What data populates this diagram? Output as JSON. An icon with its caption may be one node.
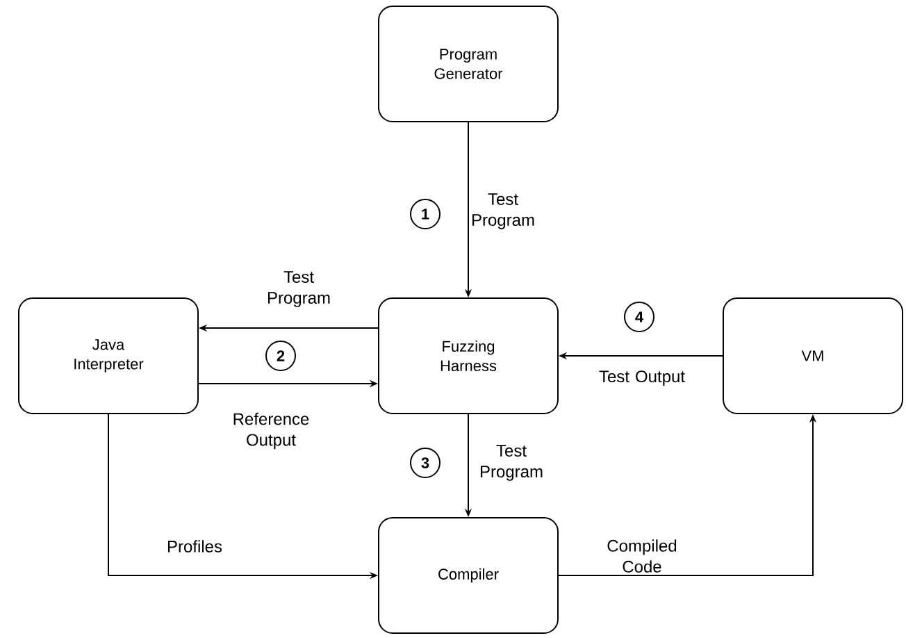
{
  "diagram": {
    "nodes": [
      {
        "text": [
          "Program Generator"
        ]
      },
      {
        "text": [
          "Fuzzing Harness"
        ]
      },
      {
        "text": [
          "Java Interpreter"
        ]
      },
      {
        "text": [
          "VM"
        ]
      },
      {
        "text": [
          "Compiler"
        ]
      }
    ],
    "edges": [
      {
        "from": 0,
        "to": 1,
        "arrow": "to",
        "label": "Test Program"
      },
      {
        "from": 1,
        "to": 2,
        "arrow": "to",
        "label": "Test Program"
      },
      {
        "from": 2,
        "to": 1,
        "arrow": "to",
        "label": "Reference Output"
      },
      {
        "from": 3,
        "to": 1,
        "arrow": "to",
        "label": "Test Output"
      },
      {
        "from": 1,
        "to": 4,
        "arrow": "to",
        "label": "Test Program"
      },
      {
        "from": 2,
        "to": 4,
        "arrow": "to",
        "label": "Profiles"
      },
      {
        "from": 4,
        "to": 3,
        "arrow": "to",
        "label": "Compiled Code"
      }
    ],
    "labels": [
      "1",
      "2",
      "3",
      "4"
    ]
  }
}
